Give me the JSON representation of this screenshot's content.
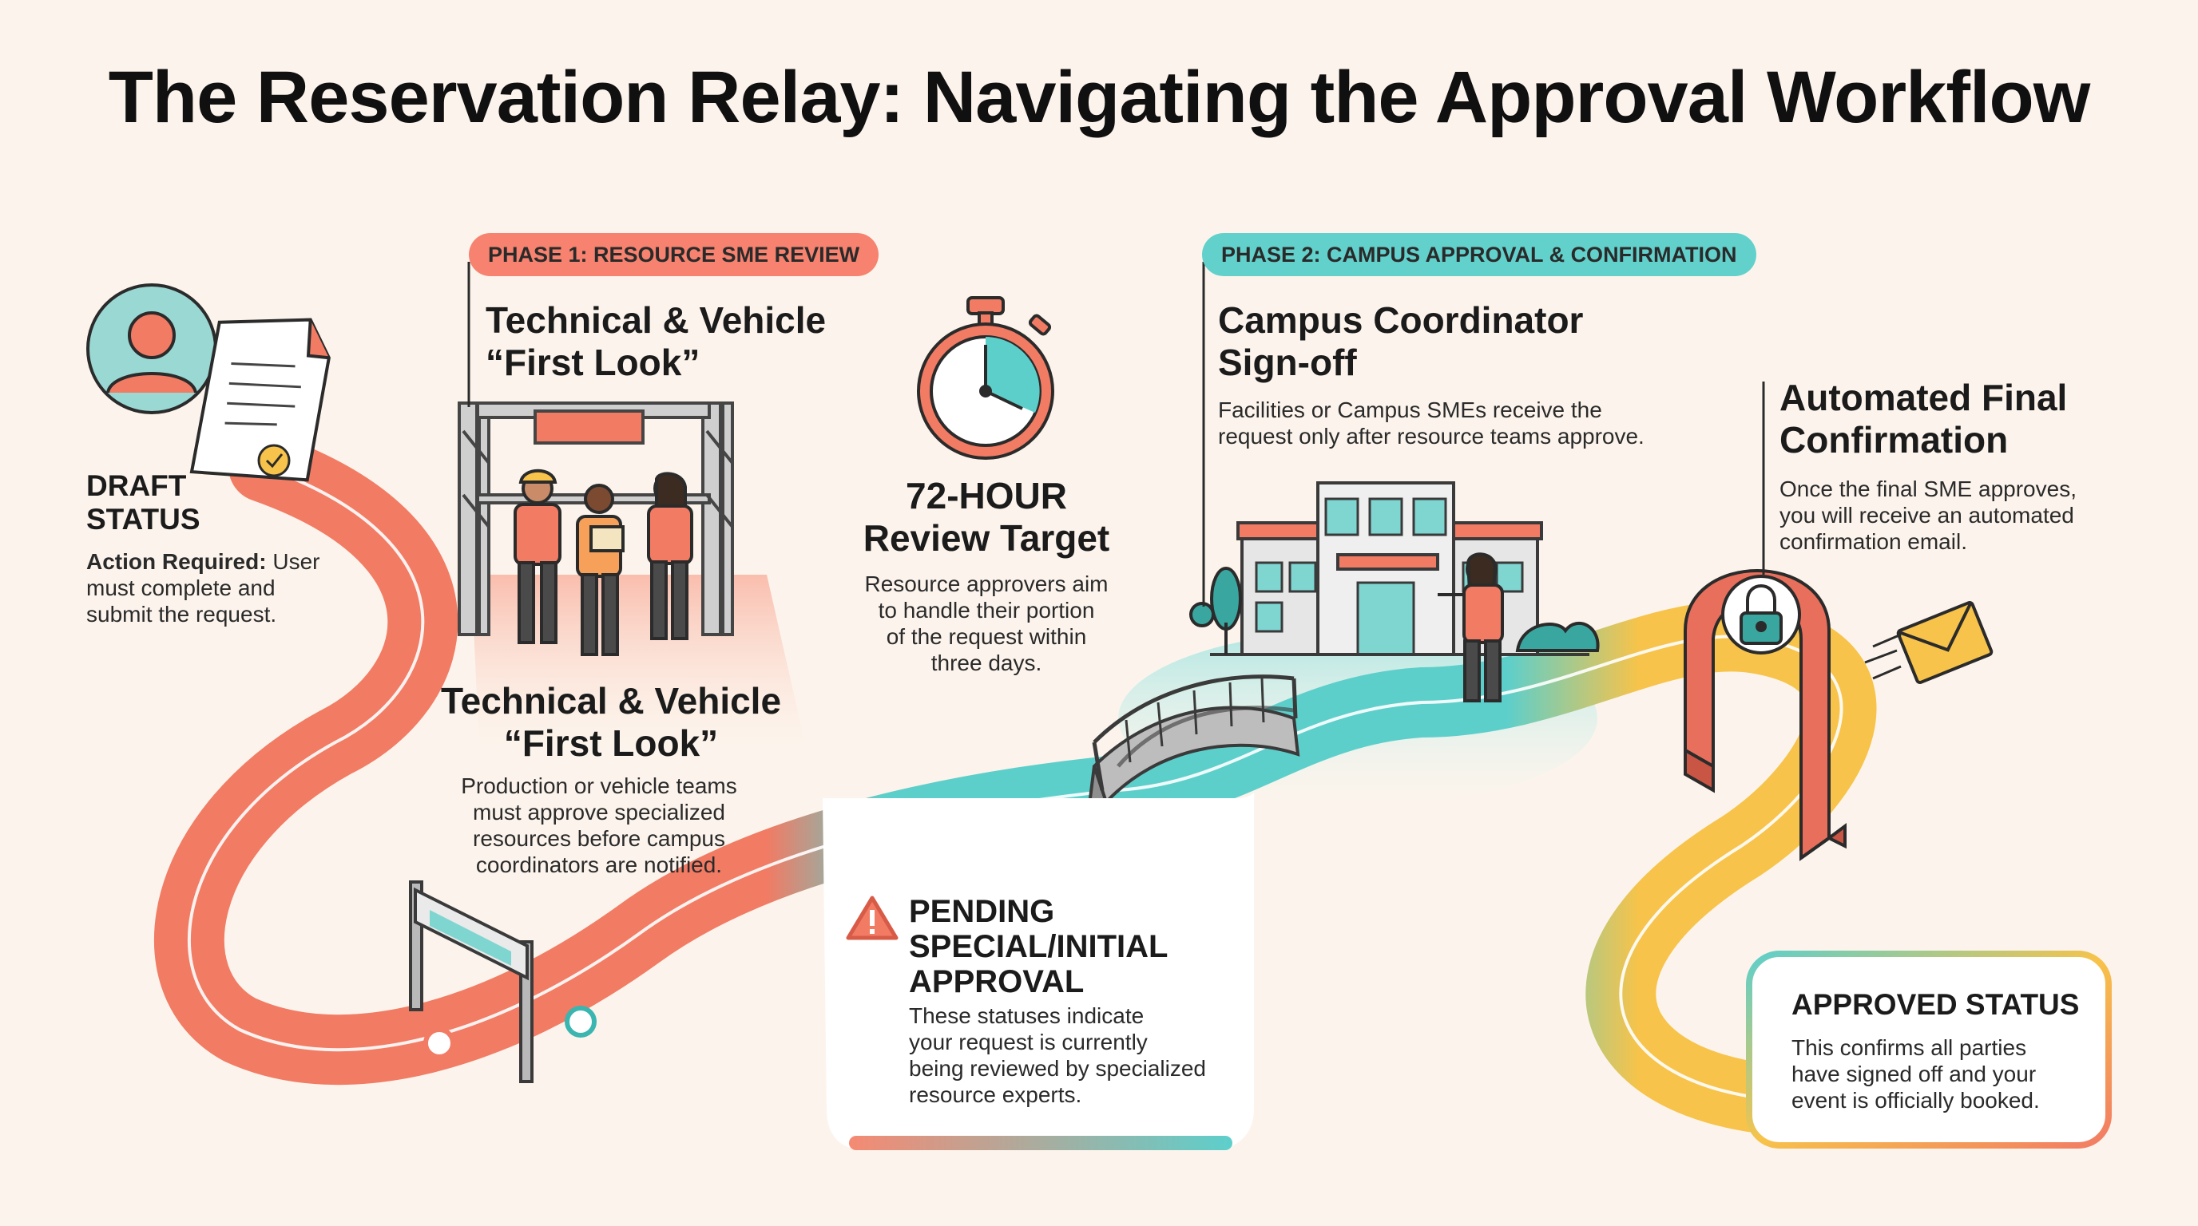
{
  "title": "The Reservation Relay: Navigating the Approval Workflow",
  "colors": {
    "coral": "#f27b64",
    "teal": "#5dcfcb",
    "yellow": "#f7c34a",
    "background": "#fcf4ec",
    "dark": "#1b1b1b"
  },
  "draft": {
    "heading": "DRAFT\nSTATUS",
    "action_label": "Action Required:",
    "action_text": " User must complete and submit the request."
  },
  "phase1": {
    "pill": "PHASE 1: RESOURCE SME REVIEW",
    "heading": "Technical & Vehicle\n“First Look”",
    "heading_repeat": "Technical & Vehicle\n“First Look”",
    "description": "Production or vehicle teams\nmust approve specialized\nresources before campus\ncoordinators are notified."
  },
  "review_target": {
    "heading": "72-HOUR\nReview Target",
    "description": "Resource approvers aim\nto handle their portion\nof the request within\nthree days."
  },
  "pending": {
    "heading": "PENDING\nSPECIAL/INITIAL\nAPPROVAL",
    "description": "These statuses indicate\nyour request is currently\nbeing reviewed by specialized\nresource experts."
  },
  "phase2": {
    "pill": "PHASE 2: CAMPUS APPROVAL & CONFIRMATION",
    "heading": "Campus Coordinator\nSign-off",
    "description": "Facilities or Campus SMEs receive the\nrequest only after resource teams approve."
  },
  "automated": {
    "heading": "Automated Final\nConfirmation",
    "description": "Once the final SME approves,\nyou will receive an automated\nconfirmation email."
  },
  "approved": {
    "heading": "APPROVED STATUS",
    "description": "This confirms all parties\nhave signed off and your\nevent is officially booked."
  },
  "icons": [
    "user-icon",
    "document-icon",
    "checkmark-badge-icon",
    "stopwatch-icon",
    "warning-icon",
    "lock-icon",
    "envelope-icon"
  ]
}
